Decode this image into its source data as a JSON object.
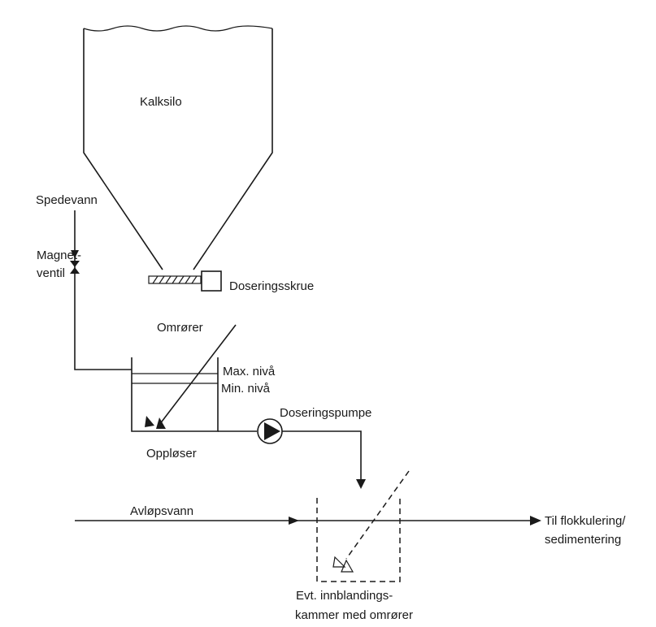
{
  "labels": {
    "silo": "Kalksilo",
    "dilution_water": "Spedevann",
    "solenoid_valve_line1": "Magnet-",
    "solenoid_valve_line2": "ventil",
    "dosing_screw": "Doseringsskrue",
    "stirrer": "Omrører",
    "max_level": "Max. nivå",
    "min_level": "Min. nivå",
    "dissolver": "Oppløser",
    "dosing_pump": "Doseringspumpe",
    "wastewater": "Avløpsvann",
    "outlet_line1": "Til flokkulering/",
    "outlet_line2": "sedimentering",
    "mixing_chamber_line1": "Evt. innblandings-",
    "mixing_chamber_line2": "kammer med omrører"
  }
}
